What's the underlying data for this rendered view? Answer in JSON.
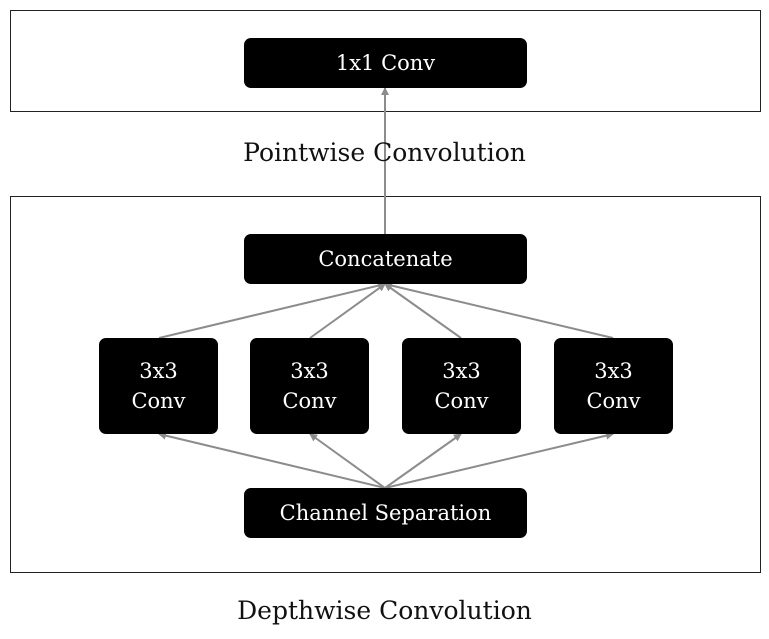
{
  "stages": {
    "pointwise": {
      "block_label": "1x1 Conv",
      "caption": "Pointwise Convolution"
    },
    "depthwise": {
      "concat_label": "Concatenate",
      "split_label": "Channel Separation",
      "caption": "Depthwise Convolution",
      "convs": [
        {
          "line1": "3x3",
          "line2": "Conv"
        },
        {
          "line1": "3x3",
          "line2": "Conv"
        },
        {
          "line1": "3x3",
          "line2": "Conv"
        },
        {
          "line1": "3x3",
          "line2": "Conv"
        }
      ]
    }
  },
  "colors": {
    "block_fill": "#000000",
    "block_text": "#ffffff",
    "arrow": "#8c8c8c",
    "frame": "#222222"
  }
}
